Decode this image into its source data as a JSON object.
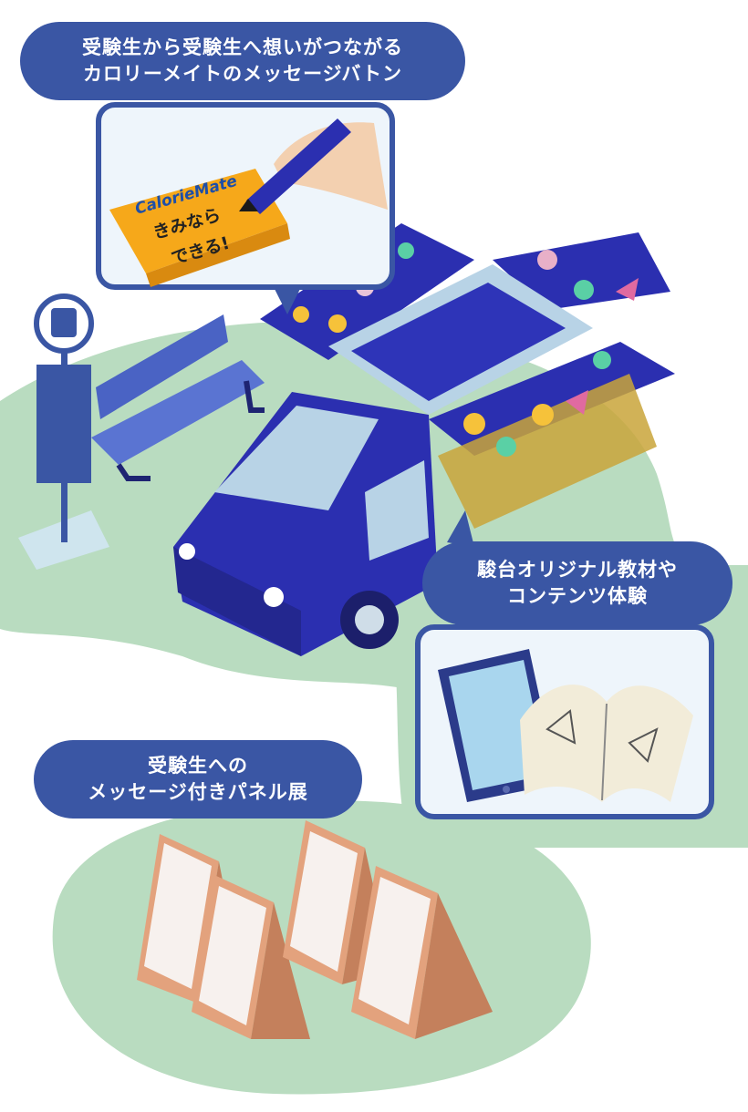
{
  "callouts": [
    {
      "id": "message-baton",
      "lines": [
        "受験生から受験生へ想いがつながる",
        "カロリーメイトのメッセージバトン"
      ]
    },
    {
      "id": "original-materials",
      "lines": [
        "駿台オリジナル教材や",
        "コンテンツ体験"
      ]
    },
    {
      "id": "panel-exhibit",
      "lines": [
        "受験生への",
        "メッセージ付きパネル展"
      ]
    }
  ],
  "product_box": {
    "brand": "CalorieMate",
    "line1": "きみなら",
    "line2": "できる!"
  },
  "icons": [
    "bus-stop-sign-icon",
    "bench-icon",
    "food-truck-icon",
    "hand-marker-icon",
    "tablet-icon",
    "open-book-icon",
    "a-frame-panel-icon"
  ],
  "colors": {
    "bubble": "#3a56a4",
    "ground": "#b9dcc0",
    "truck": "#2b2fb0",
    "box": "#f6a81a",
    "panel": "#e3a27d"
  }
}
